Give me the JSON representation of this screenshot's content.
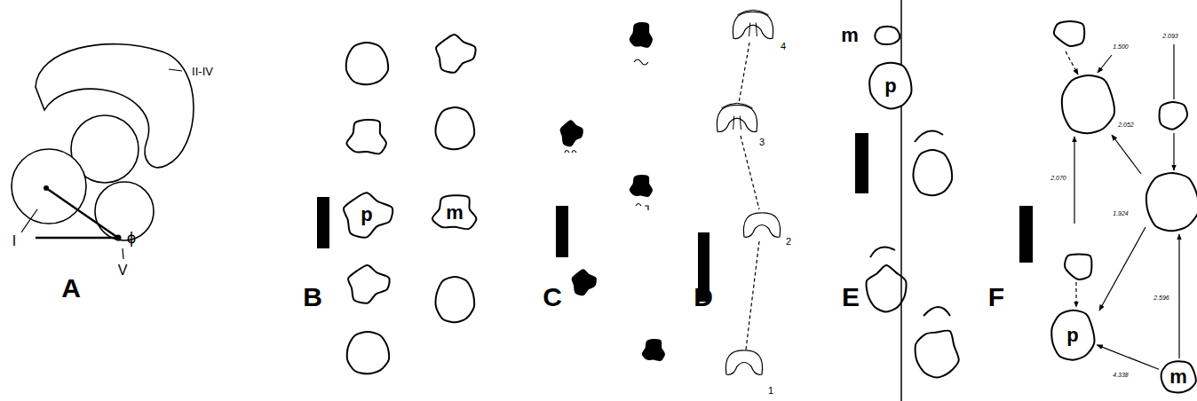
{
  "diagram": {
    "nodes": [
      {
        "text": [
          "p"
        ]
      },
      {
        "text": [
          "m"
        ]
      },
      {
        "text": [
          "m"
        ]
      },
      {
        "text": [
          "p"
        ]
      },
      {
        "text": [
          "p"
        ]
      },
      {
        "text": [
          "m"
        ]
      }
    ],
    "edges": [
      {
        "from": 5,
        "to": 4,
        "arrow": "to"
      }
    ],
    "labels": [
      "II-IV",
      "I",
      "ϕ",
      "V",
      "A",
      "B",
      "C",
      "4",
      "3",
      "2",
      "1",
      "D",
      "E",
      "1.500",
      "2.093",
      "2.052",
      "2.070",
      "1.924",
      "2.596",
      "4.338",
      "F"
    ]
  }
}
